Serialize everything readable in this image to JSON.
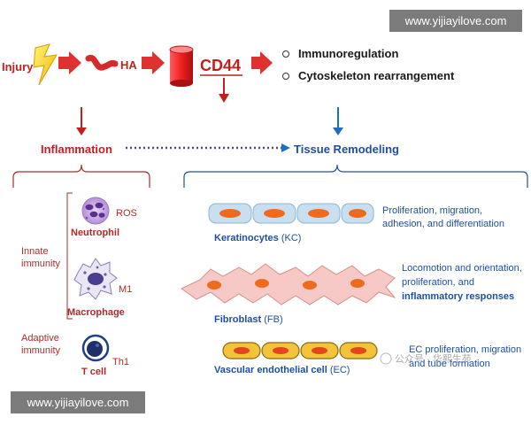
{
  "watermark": {
    "top": "www.yijiayilove.com",
    "bottom": "www.yijiayilove.com"
  },
  "flow": {
    "injury": "Injury",
    "ha": "HA",
    "cd44": "CD44"
  },
  "effects": [
    "Immunoregulation",
    "Cytoskeleton rearrangement"
  ],
  "branches": {
    "inflammation": "Inflammation",
    "remodeling": "Tissue Remodeling"
  },
  "immune": {
    "innate": [
      "Innate",
      "immunity"
    ],
    "adaptive": [
      "Adaptive",
      "immunity"
    ],
    "neutrophil": "Neutrophil",
    "ros": "ROS",
    "macrophage": "Macrophage",
    "m1": "M1",
    "tcell": "T cell",
    "th1": "Th1"
  },
  "cells": {
    "kc": {
      "bold": "Keratinocytes",
      "abbr": " (KC)",
      "desc": [
        "Proliferation, migration,",
        "adhesion, and differentiation"
      ]
    },
    "fb": {
      "bold": "Fibroblast",
      "abbr": " (FB)",
      "desc": [
        "Locomotion and orientation,",
        "proliferation, and"
      ],
      "desc_bold": "inflammatory responses"
    },
    "ec": {
      "bold": "Vascular endothelial cell",
      "abbr": " (EC)",
      "desc": [
        "EC proliferation, migration",
        "and tube formation"
      ]
    }
  },
  "overlay_watermark": "公众号 · 华熙生苑",
  "colors": {
    "red": "#c21f1f",
    "blue": "#1f4fa0",
    "ink": "#1a1a1a",
    "orange": "#ef6a1a",
    "cell_blue": "#c9dff0",
    "ec_yellow": "#f3c33a",
    "fb_pink": "#f6c9c6"
  }
}
